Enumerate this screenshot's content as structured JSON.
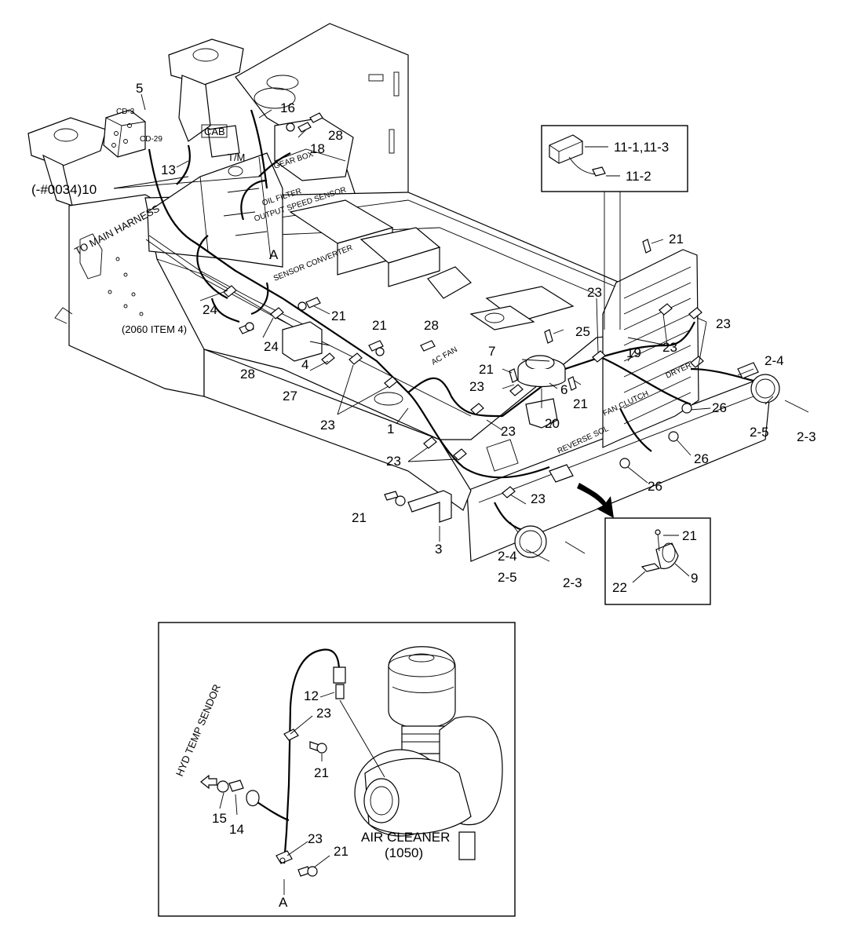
{
  "callouts": {
    "c5": "5",
    "cd3": "CD-3",
    "cd29": "CD-29",
    "c16": "16",
    "cab": "CAB",
    "c28a": "28",
    "c18": "18",
    "tm": "T/M",
    "gearbox": "GEAR BOX",
    "c13": "13",
    "c10": "(-#0034)10",
    "filter": "OIL FILTER",
    "oss": "OUTPUT SPEED SENSOR",
    "tomain": "TO MAIN HARNESS",
    "a1": "A",
    "sconv": "SENSOR CONVERTER",
    "c24a": "24",
    "item": "(2060 ITEM 4)",
    "c24b": "24",
    "c21a": "21",
    "c28b": "28",
    "c4": "4",
    "c21b": "21",
    "c28c": "28",
    "acfan": "AC FAN",
    "c27": "27",
    "c23a": "23",
    "c1": "1",
    "c23b": "23",
    "c21c": "21",
    "c3": "3",
    "c23c": "23",
    "c24c": "2-4",
    "c25a": "2-5",
    "c23d": "2-3",
    "c7": "7",
    "c25": "25",
    "c21d": "21",
    "c23e": "23",
    "c6": "6",
    "c21e": "21",
    "c20": "20",
    "c23f": "23",
    "c23g": "23",
    "c19": "19",
    "c23h": "23",
    "c23i": "23",
    "c21f": "21",
    "c24d": "2-4",
    "c25b": "2-5",
    "c23j": "2-3",
    "c26a": "26",
    "c26b": "26",
    "c26c": "26",
    "revsol": "REVERSE SOL",
    "fanclutch": "FAN CLUTCH",
    "dryer": "DRYER"
  },
  "inset_connector": {
    "c11a": "11-1,11-3",
    "c11b": "11-2"
  },
  "inset_lamp": {
    "c21": "21",
    "c9": "9",
    "c22": "22"
  },
  "inset_cleaner": {
    "c12": "12",
    "c23a": "23",
    "c21a": "21",
    "hyd": "HYD TEMP SENDOR",
    "c15": "15",
    "c14": "14",
    "air": "AIR CLEANER",
    "air_ref": "(1050)",
    "c23b": "23",
    "c21b": "21",
    "a": "A"
  }
}
